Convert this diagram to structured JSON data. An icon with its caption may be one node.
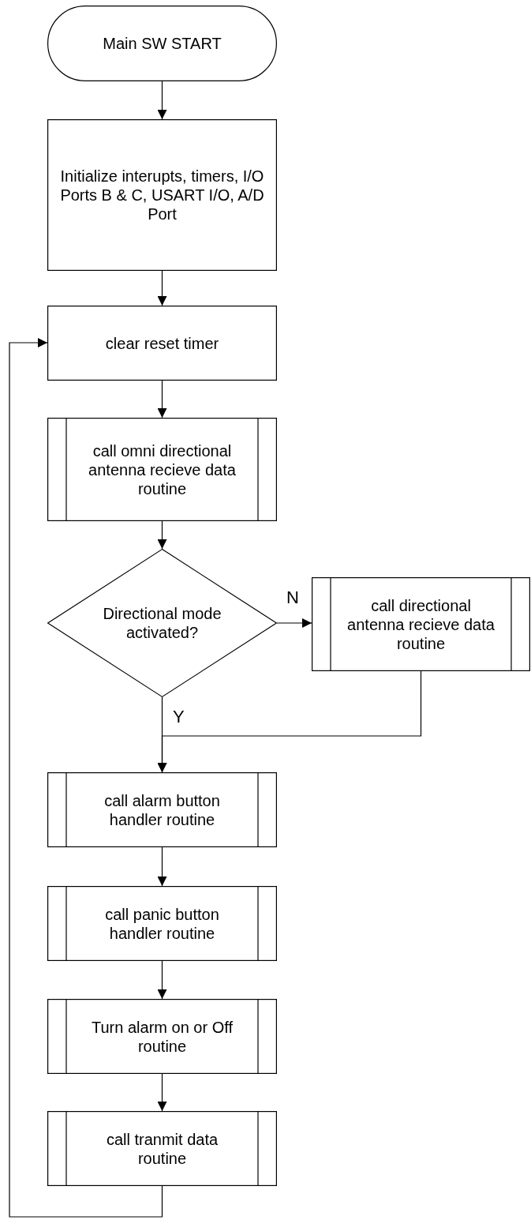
{
  "diagram": {
    "nodes": [
      {
        "text": [
          "Main SW START"
        ]
      },
      {
        "text": [
          "Initialize interupts, timers, I/O Ports B & C, USART I/O, A/D Port"
        ]
      },
      {
        "text": [
          "clear reset timer"
        ]
      },
      {
        "text": [
          "call omni directional antenna recieve data routine"
        ]
      },
      {
        "text": [
          "Directional mode activated?"
        ]
      },
      {
        "text": [
          "call directional antenna recieve data routine"
        ]
      },
      {
        "text": [
          "call alarm button handler routine"
        ]
      },
      {
        "text": [
          "call panic button handler routine"
        ]
      },
      {
        "text": [
          "Turn alarm on or Off routine"
        ]
      },
      {
        "text": [
          "call tranmit data routine"
        ]
      }
    ],
    "edges": [
      {
        "from": 0,
        "to": 1,
        "arrow": "to"
      },
      {
        "from": 1,
        "to": 2,
        "arrow": "to"
      },
      {
        "from": 2,
        "to": 3,
        "arrow": "to"
      },
      {
        "from": 3,
        "to": 4,
        "arrow": "to"
      },
      {
        "from": 4,
        "to": 5,
        "arrow": "to",
        "label": "N"
      },
      {
        "from": 4,
        "to": 6,
        "arrow": "to",
        "label": "Y"
      },
      {
        "from": 5,
        "to": 6,
        "arrow": "to"
      },
      {
        "from": 6,
        "to": 7,
        "arrow": "to"
      },
      {
        "from": 7,
        "to": 8,
        "arrow": "to"
      },
      {
        "from": 8,
        "to": 9,
        "arrow": "to"
      },
      {
        "from": 9,
        "to": 2,
        "arrow": "to"
      }
    ]
  }
}
